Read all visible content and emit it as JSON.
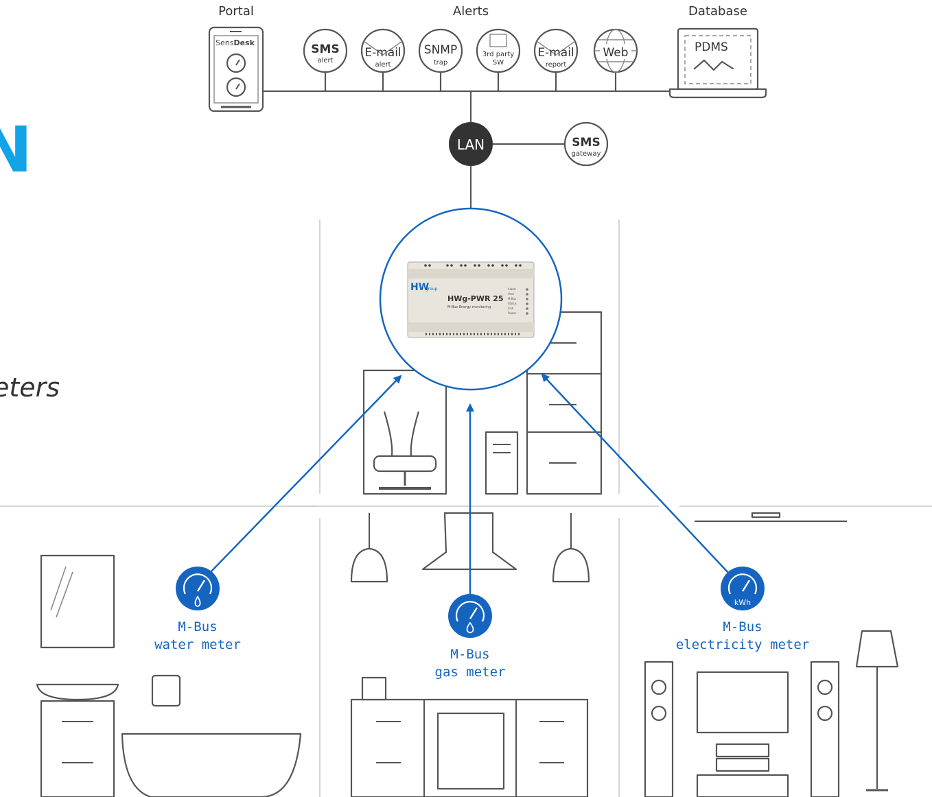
{
  "headers": {
    "portal": "Portal",
    "alerts": "Alerts",
    "database": "Database"
  },
  "portal_device": {
    "brand_light": "Sens",
    "brand_bold": "Desk"
  },
  "alert_badges": [
    {
      "main": "SMS",
      "sub": "alert"
    },
    {
      "main": "E-mail",
      "sub": "alert"
    },
    {
      "main": "SNMP",
      "sub": "trap"
    },
    {
      "main": "3rd party",
      "sub": "SW"
    },
    {
      "main": "E-mail",
      "sub": "report"
    },
    {
      "main": "Web",
      "sub": ""
    }
  ],
  "database_device": {
    "label": "PDMS"
  },
  "lan_hub": {
    "label": "LAN"
  },
  "sms_gateway": {
    "main": "SMS",
    "sub": "gateway"
  },
  "controller": {
    "brand": "HW",
    "brand_sub": "group",
    "model": "HWg-PWR 25",
    "description": "M-Bus Energy monitoring",
    "indicators": [
      "Alarm",
      "Vent",
      "M-Bus",
      "Status",
      "Link",
      "Power"
    ]
  },
  "meters": [
    {
      "line1": "M-Bus",
      "line2": "water meter",
      "icon": "water-drop-icon"
    },
    {
      "line1": "M-Bus",
      "line2": "gas meter",
      "icon": "gas-flame-icon"
    },
    {
      "line1": "M-Bus",
      "line2": "electricity meter",
      "icon": "kwh-icon",
      "unit": "kWh"
    }
  ],
  "cropped_text": {
    "headline_fragment": "N",
    "italic_fragment": "eters"
  },
  "colors": {
    "accent_blue": "#1565c0",
    "headline_cyan": "#11a4e8",
    "lan_dark": "#333333",
    "outline": "#555555"
  }
}
